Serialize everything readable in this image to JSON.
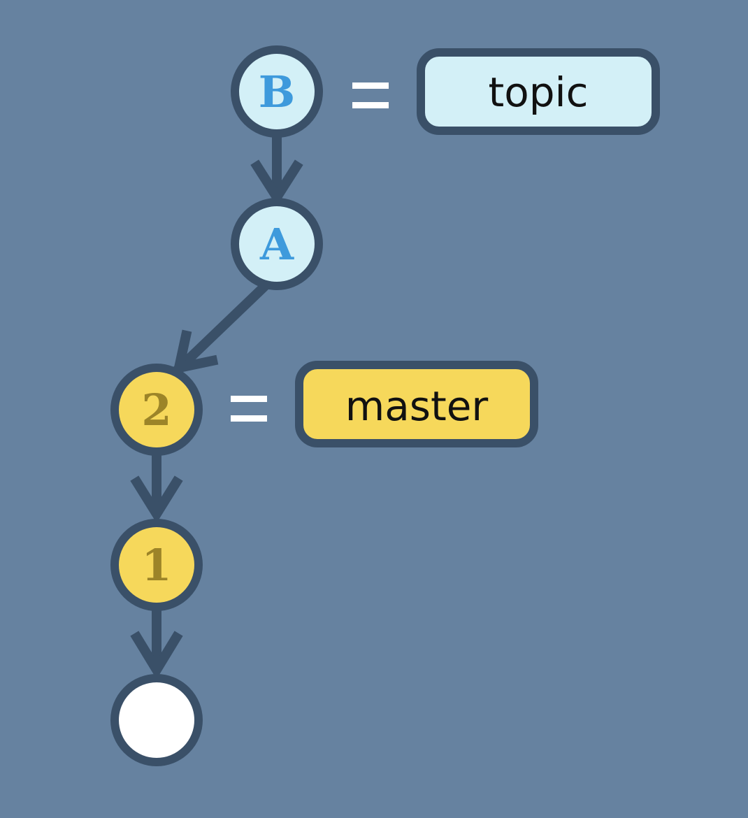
{
  "colors": {
    "background": "#6682a0",
    "stroke": "#3a5068",
    "topic_fill": "#d3f0f7",
    "topic_text": "#3e9adc",
    "master_fill": "#f6d85b",
    "master_text": "#9c8428",
    "root_fill": "#ffffff",
    "equals": "#ffffff"
  },
  "commits": {
    "b": {
      "label": "B"
    },
    "a": {
      "label": "A"
    },
    "c2": {
      "label": "2"
    },
    "c1": {
      "label": "1"
    },
    "root": {
      "label": ""
    }
  },
  "branches": {
    "topic": {
      "label": "topic"
    },
    "master": {
      "label": "master"
    }
  }
}
